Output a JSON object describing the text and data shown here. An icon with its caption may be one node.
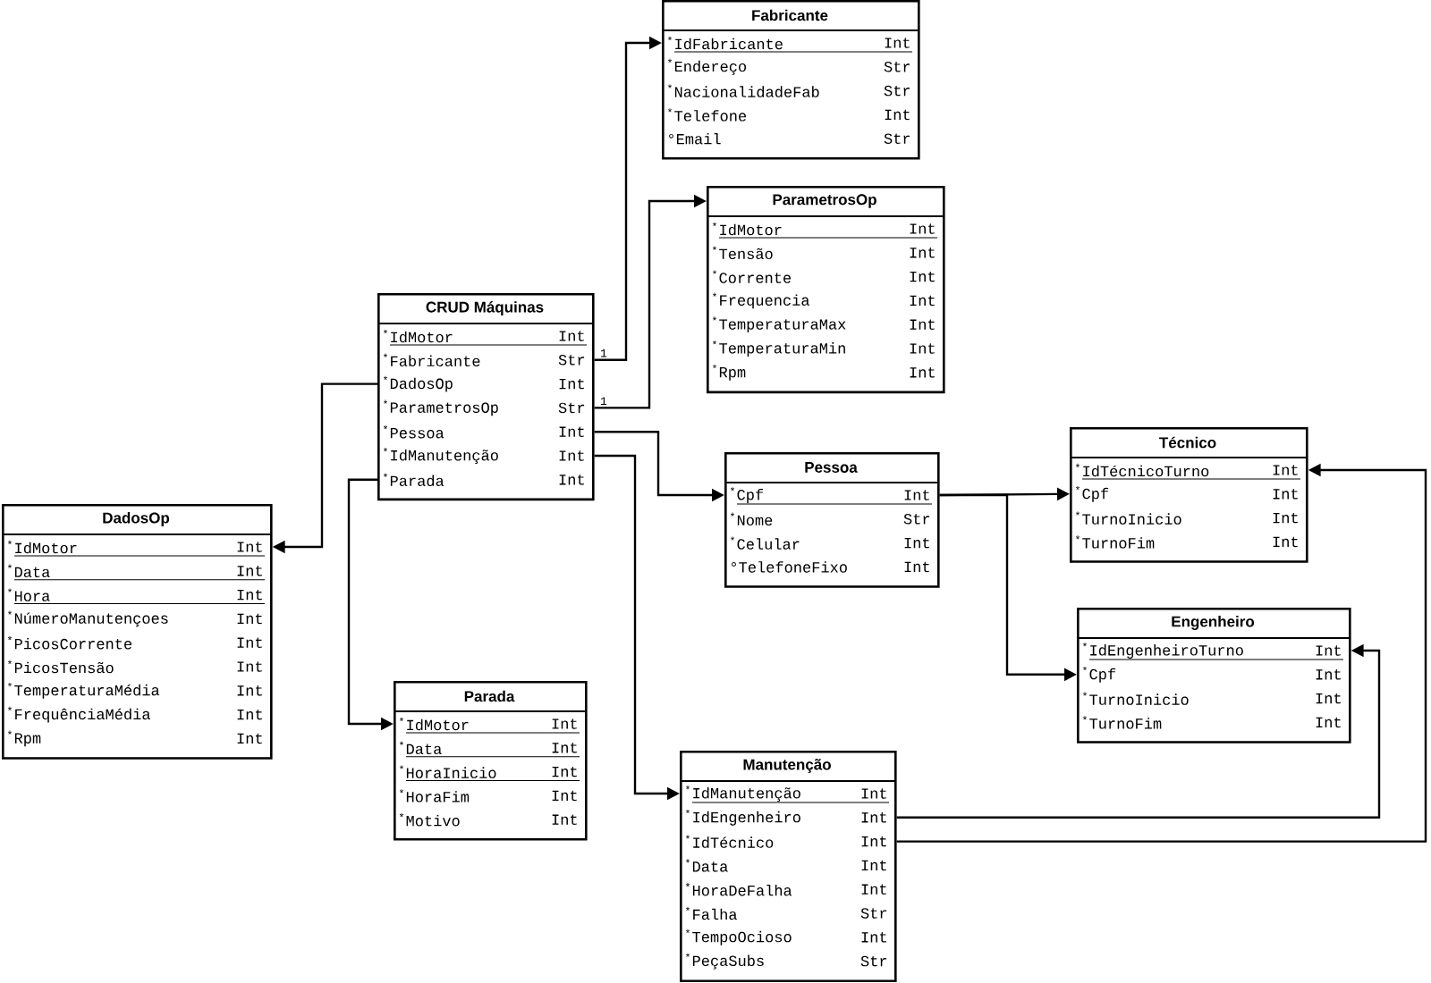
{
  "diagram": {
    "nodes": [
      {
        "text": [
          "Fabricante",
          "$^{*}$IdFabricante",
          "Int",
          "$^{*}$Endereço",
          "Str",
          "$^{*}$NacionalidadeFab",
          "Str",
          "$^{*}$Telefone",
          "Int",
          "°Email",
          "Str"
        ]
      },
      {
        "text": [
          "ParametrosOp",
          "$^{*}$IdMotor",
          "Int",
          "$^{*}$Tensão",
          "Int",
          "$^{*}$Corrente",
          "Int",
          "$^{*}$Frequencia",
          "Int",
          "$^{*}$TemperaturaMax",
          "Int",
          "$^{*}$TemperaturaMin",
          "Int",
          "$^{*}$Rpm",
          "Int"
        ]
      },
      {
        "text": [
          "CRUD Máquinas",
          "$^{*}$IdMotor",
          "Int",
          "$^{*}$Fabricante",
          "Str",
          "$^{*}$DadosOp",
          "Int",
          "$^{*}$ParametrosOp",
          "Str",
          "$^{*}$Pessoa",
          "Int",
          "$^{*}$IdManutenção",
          "Int",
          "$^{*}$Parada",
          "Int"
        ]
      },
      {
        "text": [
          "Técnico",
          "$^{*}$IdTécnicoTurno",
          "Int",
          "$^{*}$Cpf",
          "Int",
          "$^{*}$TurnoInicio",
          "Int",
          "$^{*}$TurnoFim",
          "Int"
        ]
      },
      {
        "text": [
          "Pessoa",
          "$^{*}$Cpf",
          "Int",
          "$^{*}$Nome",
          "Str",
          "$^{*}$Celular",
          "Int",
          "°TelefoneFixo",
          "Int"
        ]
      },
      {
        "text": [
          "DadosOp",
          "$^{*}$IdMotor",
          "Int",
          "$^{*}$Data",
          "Int",
          "$^{*}$Hora",
          "Int",
          "$^{*}$NúmeroManutençoes",
          "Int",
          "$^{*}$PicosCorrente",
          "Int",
          "$^{*}$PicosTensão",
          "Int",
          "$^{*}$TemperaturaMédia",
          "Int",
          "$^{*}$FrequênciaMédia",
          "Int",
          "$^{*}$Rpm",
          "Int"
        ]
      },
      {
        "text": [
          "Engenheiro",
          "$^{*}$IdEngenheiroTurno",
          "Int",
          "$^{*}$Cpf",
          "Int",
          "$^{*}$TurnoInicio",
          "Int",
          "$^{*}$TurnoFim",
          "Int"
        ]
      },
      {
        "text": [
          "Parada",
          "$^{*}$IdMotor",
          "Int",
          "$^{*}$Data",
          "Int",
          "$^{*}$HoraInicio",
          "Int",
          "$^{*}$HoraFim",
          "Int",
          "$^{*}$Motivo",
          "Int"
        ]
      },
      {
        "text": [
          "Manutenção",
          "$^{*}$IdManutenção",
          "Int",
          "$^{*}$IdEngenheiro",
          "Int",
          "$^{*}$IdTécnico",
          "Int",
          "$^{*}$Data",
          "Int",
          "$^{*}$HoraDeFalha",
          "Int",
          "$^{*}$Falha",
          "Str",
          "$^{*}$TempoOcioso",
          "Int",
          "$^{*}$PeçaSubs",
          "Str"
        ]
      }
    ],
    "edges": [
      {
        "from": 2,
        "to": 0,
        "arrow": "to",
        "label": "1"
      },
      {
        "from": 2,
        "to": 1,
        "arrow": "to",
        "label": "1"
      },
      {
        "from": 2,
        "to": 4,
        "arrow": "to"
      },
      {
        "from": 2,
        "to": 8,
        "arrow": "to"
      },
      {
        "from": 2,
        "to": 5,
        "arrow": "to"
      },
      {
        "from": 2,
        "to": 7,
        "arrow": "to"
      },
      {
        "from": 4,
        "to": 3,
        "arrow": "to"
      },
      {
        "from": 4,
        "to": 6,
        "arrow": "to"
      },
      {
        "from": 8,
        "to": 6,
        "arrow": "to"
      },
      {
        "from": 8,
        "to": 3,
        "arrow": "to"
      }
    ]
  }
}
